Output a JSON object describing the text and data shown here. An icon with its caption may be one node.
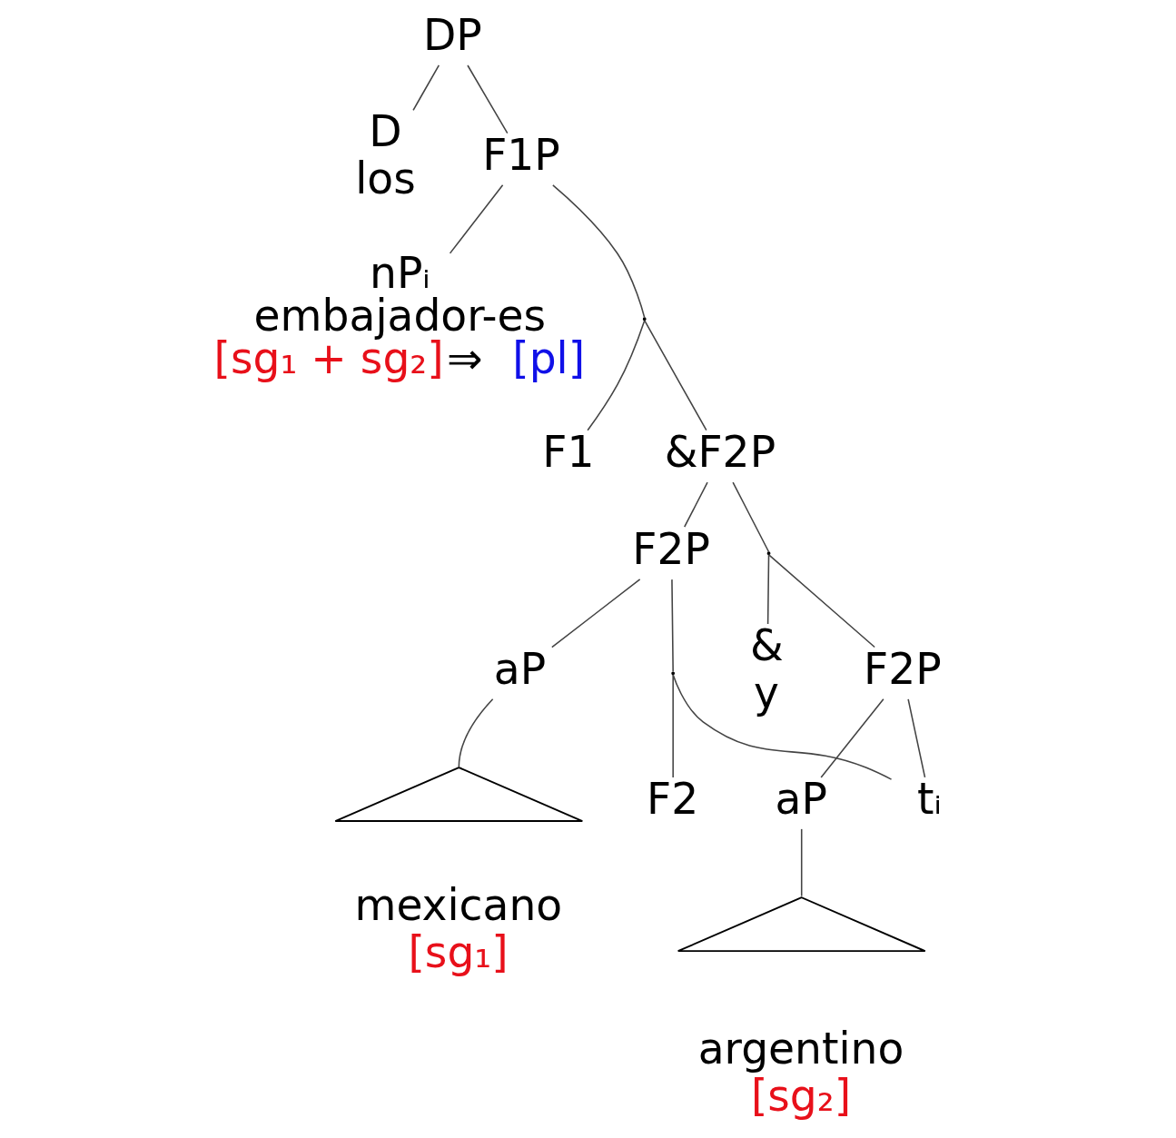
{
  "diagram": {
    "nodes": [
      {
        "text": [
          "DP"
        ]
      },
      {
        "text": [
          "D",
          "los"
        ]
      },
      {
        "text": [
          "F1P"
        ]
      },
      {
        "text": [],
        "shape": "point"
      },
      {
        "text": [
          "nPᵢ",
          "embajador-es",
          "[sg₁ + sg₂]",
          "⇒",
          "[pl]"
        ]
      },
      {
        "text": [
          "F1"
        ]
      },
      {
        "text": [
          "&F2P"
        ]
      },
      {
        "text": [
          "F2P"
        ]
      },
      {
        "text": [],
        "shape": "point"
      },
      {
        "text": [
          "aP"
        ]
      },
      {
        "text": [],
        "shape": "point"
      },
      {
        "text": [],
        "shape": "triangle"
      },
      {
        "text": [
          "mexicano",
          "[sg₁]"
        ]
      },
      {
        "text": [
          "F2"
        ]
      },
      {
        "text": [
          "&",
          "y"
        ]
      },
      {
        "text": [
          "F2P"
        ]
      },
      {
        "text": [
          "aP"
        ]
      },
      {
        "text": [
          "tᵢ"
        ]
      },
      {
        "text": [],
        "shape": "triangle"
      },
      {
        "text": [
          "argentino",
          "[sg₂]"
        ]
      }
    ],
    "edges": [
      {
        "from": 0,
        "to": 1,
        "arrow": "none"
      },
      {
        "from": 0,
        "to": 2,
        "arrow": "none"
      },
      {
        "from": 2,
        "to": 4,
        "arrow": "none"
      },
      {
        "from": 2,
        "to": 3,
        "arrow": "none"
      },
      {
        "from": 3,
        "to": 5,
        "arrow": "none"
      },
      {
        "from": 3,
        "to": 6,
        "arrow": "none"
      },
      {
        "from": 6,
        "to": 7,
        "arrow": "none"
      },
      {
        "from": 6,
        "to": 8,
        "arrow": "none"
      },
      {
        "from": 7,
        "to": 9,
        "arrow": "none"
      },
      {
        "from": 7,
        "to": 10,
        "arrow": "none"
      },
      {
        "from": 9,
        "to": 11,
        "arrow": "none"
      },
      {
        "from": 10,
        "to": 13,
        "arrow": "none"
      },
      {
        "from": 10,
        "to": 17,
        "arrow": "none"
      },
      {
        "from": 8,
        "to": 14,
        "arrow": "none"
      },
      {
        "from": 8,
        "to": 15,
        "arrow": "none"
      },
      {
        "from": 15,
        "to": 16,
        "arrow": "none"
      },
      {
        "from": 15,
        "to": 17,
        "arrow": "none"
      },
      {
        "from": 16,
        "to": 18,
        "arrow": "none"
      }
    ]
  }
}
